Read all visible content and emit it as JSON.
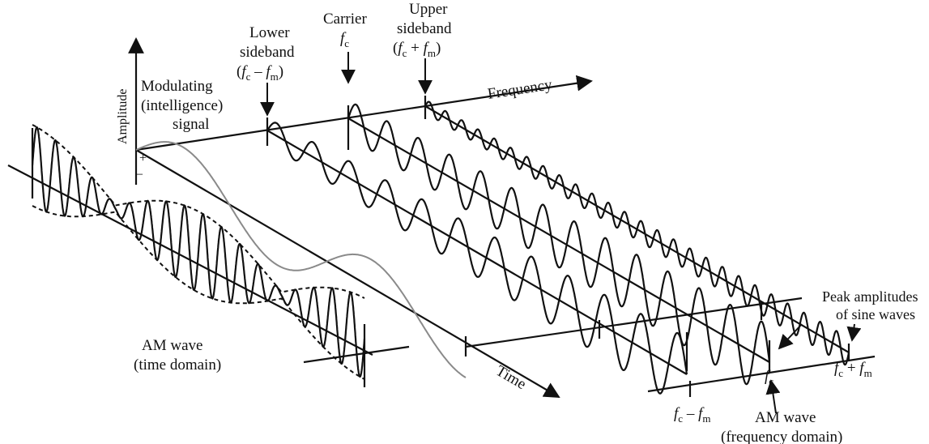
{
  "labels": {
    "amplitude": "Amplitude",
    "plus": "+",
    "minus": "–",
    "modulating_line1": "Modulating",
    "modulating_line2": "(intelligence)",
    "modulating_line3": "signal",
    "lower_line1": "Lower",
    "lower_line2": "sideband",
    "lower_formula_f1": "f",
    "lower_formula_c": "c",
    "lower_formula_minus": " – ",
    "lower_formula_f2": "f",
    "lower_formula_m": "m",
    "carrier_line1": "Carrier",
    "carrier_f": "f",
    "carrier_c": "c",
    "upper_line1": "Upper",
    "upper_line2": "sideband",
    "upper_formula_f1": "f",
    "upper_formula_c": "c",
    "upper_formula_plus": " + ",
    "upper_formula_f2": "f",
    "upper_formula_m": "m",
    "frequency": "Frequency",
    "time": "Time",
    "am_time_line1": "AM wave",
    "am_time_line2": "(time domain)",
    "peak_line1": "Peak amplitudes",
    "peak_line2": "of sine waves",
    "fd_lower_f1": "f",
    "fd_lower_c": "c",
    "fd_lower_minus": " – ",
    "fd_lower_f2": "f",
    "fd_lower_m": "m",
    "fd_carrier_f": "f",
    "fd_carrier_c": "c",
    "fd_upper_f1": "f",
    "fd_upper_c": "c",
    "fd_upper_plus": " + ",
    "fd_upper_f2": "f",
    "fd_upper_m": "m",
    "am_freq_line1": "AM wave",
    "am_freq_line2": "(frequency domain)"
  },
  "colors": {
    "ink": "#111111",
    "modulating_wave": "#8a8a8a"
  }
}
